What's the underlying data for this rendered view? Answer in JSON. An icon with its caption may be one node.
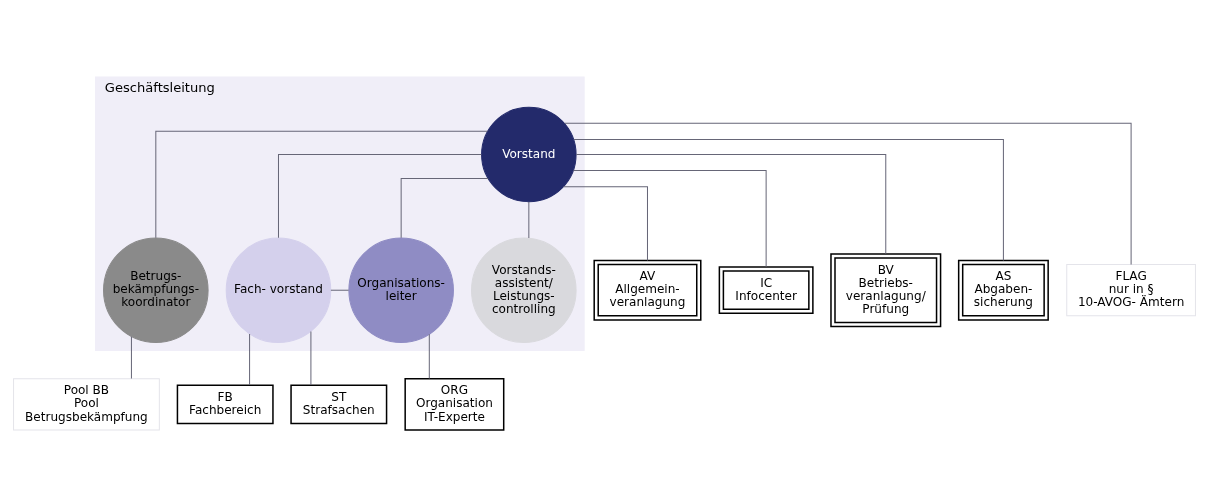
{
  "diagram": {
    "nodes": [
      {
        "text": [
          "Geschäftsleitung"
        ]
      },
      {
        "text": [
          "Vorstand"
        ],
        "in": 0
      },
      {
        "text": [
          "Betrugs- bekämpfungs- koordinator"
        ],
        "in": 0
      },
      {
        "text": [
          "Fach- vorstand"
        ],
        "in": 0
      },
      {
        "text": [
          "Organisations- leiter"
        ],
        "in": 0
      },
      {
        "text": [
          "Vorstands- assistent/ Leistungs- controlling"
        ],
        "in": 0
      },
      {
        "text": [
          "Pool BB",
          "Pool Betrugsbekämpfung"
        ]
      },
      {
        "text": [
          "FB",
          "Fachbereich"
        ]
      },
      {
        "text": [
          "ST",
          "Strafsachen"
        ]
      },
      {
        "text": [
          "ORG",
          "Organisation IT-Experte"
        ]
      },
      {
        "text": [
          "AV",
          "Allgemein- veranlagung"
        ]
      },
      {
        "text": [
          "IC",
          "Infocenter"
        ]
      },
      {
        "text": [
          "BV",
          "Betriebs- veranlagung/ Prüfung"
        ]
      },
      {
        "text": [
          "AS",
          "Abgaben- sicherung"
        ]
      },
      {
        "text": [
          "FLAG",
          "nur in § 10-AVOG- Ämtern"
        ]
      }
    ],
    "edges": [
      {
        "from": 1,
        "to": 2,
        "arrow": "none"
      },
      {
        "from": 1,
        "to": 3,
        "arrow": "none"
      },
      {
        "from": 1,
        "to": 4,
        "arrow": "none"
      },
      {
        "from": 1,
        "to": 5,
        "arrow": "none"
      },
      {
        "from": 1,
        "to": 14,
        "arrow": "none"
      },
      {
        "from": 3,
        "to": 4,
        "arrow": "none"
      },
      {
        "from": 2,
        "to": 6,
        "arrow": "none"
      },
      {
        "from": 3,
        "to": 7,
        "arrow": "none"
      },
      {
        "from": 3,
        "to": 8,
        "arrow": "none"
      },
      {
        "from": 4,
        "to": 9,
        "arrow": "none"
      },
      {
        "from": 1,
        "to": 10,
        "arrow": "none"
      },
      {
        "from": 1,
        "to": 11,
        "arrow": "none"
      },
      {
        "from": 1,
        "to": 12,
        "arrow": "none"
      },
      {
        "from": 1,
        "to": 13,
        "arrow": "none"
      }
    ]
  }
}
